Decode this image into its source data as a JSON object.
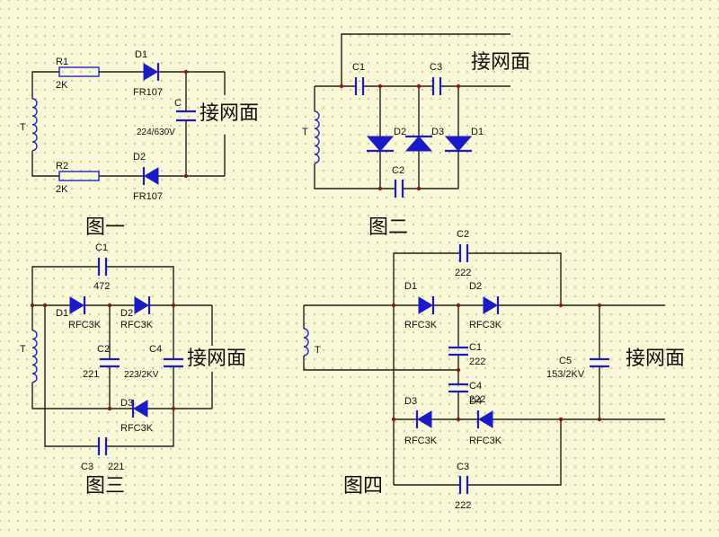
{
  "colors": {
    "wire": "#1f1f1f",
    "component": "#2222c8",
    "diode_fill": "#1a1ac8",
    "node": "#8a1a1a",
    "background": "#f8f8d6"
  },
  "fig1": {
    "caption": "图一",
    "r1": {
      "name": "R1",
      "value": "2K"
    },
    "r2": {
      "name": "R2",
      "value": "2K"
    },
    "d1": {
      "name": "D1",
      "type": "FR107"
    },
    "d2": {
      "name": "D2",
      "type": "FR107"
    },
    "c": {
      "name": "C",
      "value": "224/630V"
    },
    "t": "T",
    "output": "接网面"
  },
  "fig2": {
    "caption": "图二",
    "c1": "C1",
    "c2": "C2",
    "c3": "C3",
    "d1": "D1",
    "d2": "D2",
    "d3": "D3",
    "t": "T",
    "output": "接网面"
  },
  "fig3": {
    "caption": "图三",
    "c1": {
      "name": "C1",
      "value": "472"
    },
    "c2": {
      "name": "C2",
      "value": "221"
    },
    "c3": {
      "name": "C3",
      "value": "221"
    },
    "c4": {
      "name": "C4",
      "value": "223/2KV"
    },
    "d1": {
      "name": "D1",
      "type": "RFC3K"
    },
    "d2": {
      "name": "D2",
      "type": "RFC3K"
    },
    "d3": {
      "name": "D3",
      "type": "RFC3K"
    },
    "t": "T",
    "output": "接网面"
  },
  "fig4": {
    "caption": "图四",
    "c1": {
      "name": "C1",
      "value": "222"
    },
    "c2": {
      "name": "C2",
      "value": "222"
    },
    "c3": {
      "name": "C3",
      "value": "222"
    },
    "c4": {
      "name": "C4",
      "value": "222"
    },
    "c5": {
      "name": "C5",
      "value": "153/2KV"
    },
    "d1": {
      "name": "D1",
      "type": "RFC3K"
    },
    "d2": {
      "name": "D2",
      "type": "RFC3K"
    },
    "d3": {
      "name": "D3",
      "type": "RFC3K"
    },
    "d4": {
      "name": "D4",
      "type": "RFC3K"
    },
    "t": "T",
    "output": "接网面"
  }
}
